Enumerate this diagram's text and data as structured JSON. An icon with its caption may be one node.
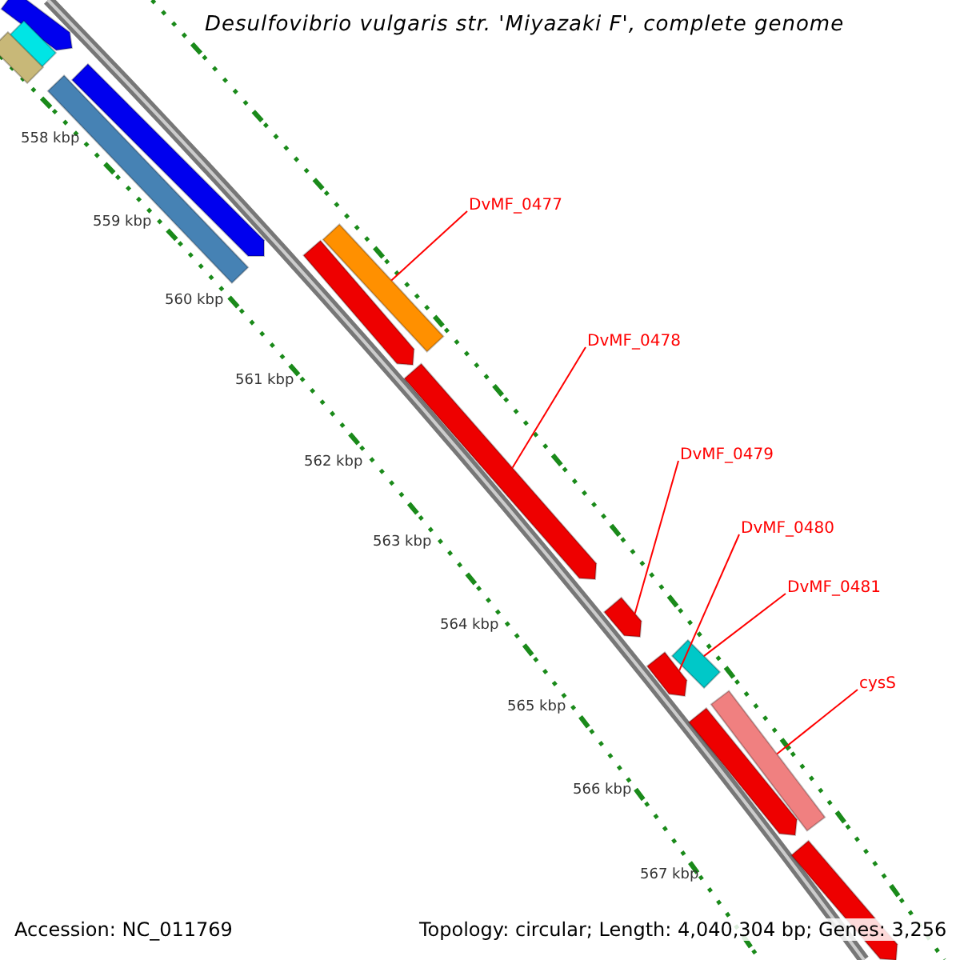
{
  "diagram": {
    "title": "Desulfovibrio vulgaris str. 'Miyazaki F', complete genome",
    "nodes": [
      {
        "text": [
          "DvMF_0477"
        ]
      },
      {
        "text": [
          "DvMF_0478"
        ]
      },
      {
        "text": [
          "DvMF_0479"
        ]
      },
      {
        "text": [
          "DvMF_0480"
        ]
      },
      {
        "text": [
          "DvMF_0481"
        ]
      },
      {
        "text": [
          "cysS"
        ]
      },
      {
        "text": [],
        "shape": "bar"
      },
      {
        "text": [],
        "shape": "pentagon"
      },
      {
        "text": [],
        "shape": "pentagon"
      },
      {
        "text": [],
        "shape": "pentagon"
      },
      {
        "text": [],
        "shape": "bar"
      },
      {
        "text": [],
        "shape": "bar"
      }
    ],
    "edges": [
      {
        "from": 0,
        "to": 6,
        "arrow": "none"
      },
      {
        "from": 1,
        "to": 7,
        "arrow": "none"
      },
      {
        "from": 2,
        "to": 8,
        "arrow": "none"
      },
      {
        "from": 3,
        "to": 9,
        "arrow": "none"
      },
      {
        "from": 4,
        "to": 10,
        "arrow": "none"
      },
      {
        "from": 5,
        "to": 11,
        "arrow": "none"
      }
    ],
    "labels": [
      "558 kbp",
      "559 kbp",
      "560 kbp",
      "561 kbp",
      "562 kbp",
      "563 kbp",
      "564 kbp",
      "565 kbp",
      "566 kbp",
      "567 kbp",
      "Accession: NC_011769",
      "Topology: circular; Length: 4,040,304 bp; Genes: 3,256"
    ]
  }
}
